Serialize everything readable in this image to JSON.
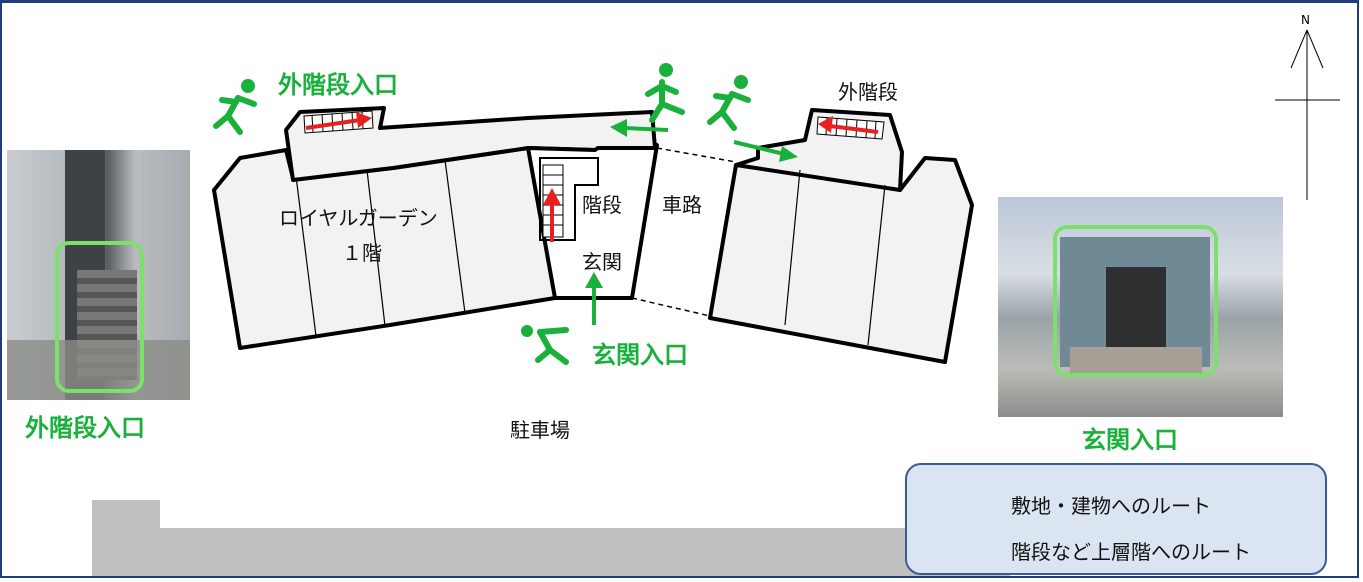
{
  "labels": {
    "building": "ロイヤルガーデン",
    "floor": "１階",
    "stairs_inner": "階段",
    "entrance": "玄関",
    "driveway": "車路",
    "outer_stairs_right": "外階段",
    "parking": "駐車場",
    "outer_stairs_entrance_top": "外階段入口",
    "entrance_entry": "玄関入口",
    "photo_left_caption": "外階段入口",
    "photo_right_caption": "玄関入口",
    "north": "N"
  },
  "legend": {
    "items": [
      {
        "label": "敷地・建物へのルート",
        "color": "#19b13b"
      },
      {
        "label": "階段など上層階へのルート",
        "color": "#e82020"
      }
    ]
  },
  "colors": {
    "route_green": "#19b13b",
    "route_red": "#e82020",
    "building_fill": "#f2f2f2",
    "ground_gray": "#c0c0c0",
    "highlight": "#7ce16a",
    "frame": "#1f3d7a"
  },
  "icons": [
    "running-person-icon",
    "walking-person-icon",
    "north-arrow-icon",
    "stair-icon"
  ]
}
